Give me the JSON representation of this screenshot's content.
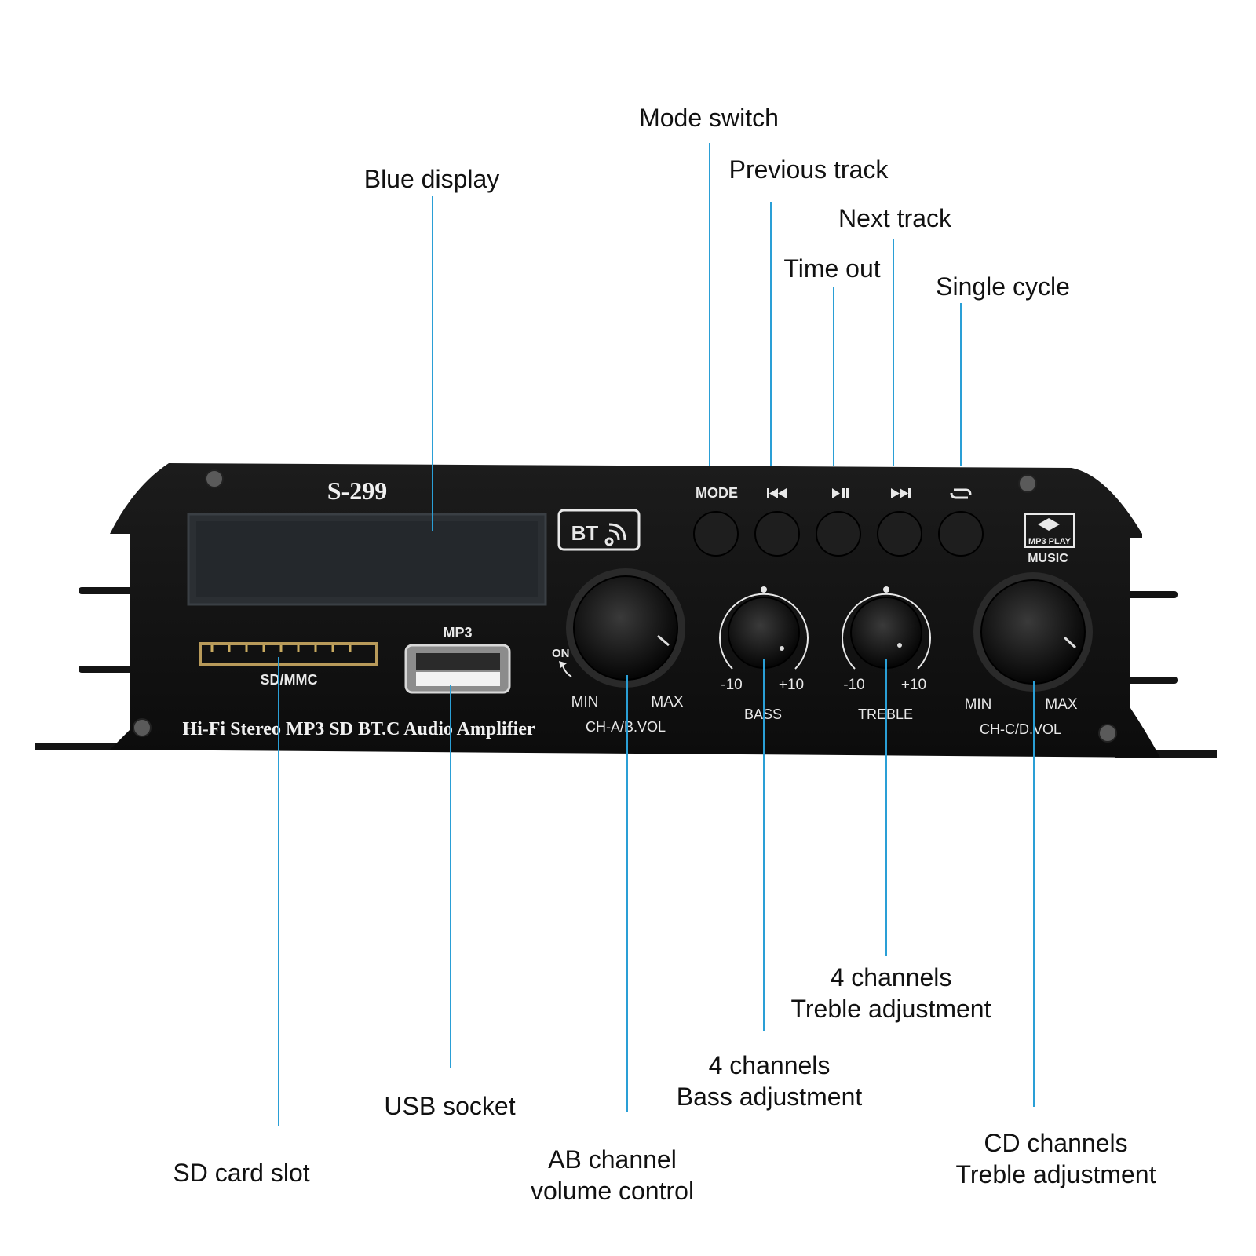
{
  "callouts": {
    "mode_switch": "Mode switch",
    "previous_track": "Previous track",
    "next_track": "Next track",
    "time_out": "Time out",
    "single_cycle": "Single cycle",
    "blue_display": "Blue display",
    "sd_card_slot": "SD card slot",
    "usb_socket": "USB socket",
    "ab_volume": [
      "AB channel",
      "volume control"
    ],
    "bass": [
      "4 channels",
      "Bass adjustment"
    ],
    "treble": [
      "4 channels",
      "Treble adjustment"
    ],
    "cd_treble": [
      "CD channels",
      "Treble adjustment"
    ]
  },
  "panel": {
    "model": "S-299",
    "bt_badge": "BT",
    "mode_label": "MODE",
    "mp3_play_badge": "MP3 PLAY",
    "music_label": "MUSIC",
    "sd_label": "SD/MMC",
    "usb_label": "MP3",
    "on_label": "ON",
    "ab_min": "MIN",
    "ab_max": "MAX",
    "ab_knob_label": "CH-A/B.VOL",
    "bass_min": "-10",
    "bass_max": "+10",
    "bass_label": "BASS",
    "treble_min": "-10",
    "treble_max": "+10",
    "treble_label": "TREBLE",
    "cd_min": "MIN",
    "cd_max": "MAX",
    "cd_knob_label": "CH-C/D.VOL",
    "product_line": "Hi-Fi Stereo MP3 SD BT.C Audio Amplifier"
  },
  "colors": {
    "leader": "#2a9fd6",
    "panel": "#111111",
    "button": "#1e1e1e"
  },
  "icons": [
    "previous-track-icon",
    "play-pause-icon",
    "next-track-icon",
    "repeat-icon",
    "bluetooth-wave-icon"
  ]
}
